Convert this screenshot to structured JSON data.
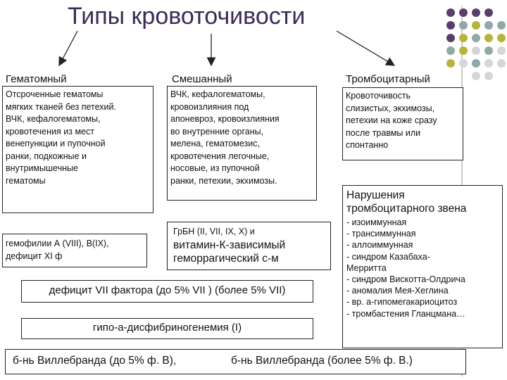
{
  "title": "Типы  кровоточивости",
  "columns": {
    "hematoma": {
      "heading": "Гематомный",
      "body": [
        "Отсроченные гематомы",
        "мягких тканей без петехий.",
        "ВЧК, кефалогематомы,",
        "кровотечения из мест",
        "венепункции и пупочной",
        "ранки, подкожные и",
        "внутримышечные",
        "гематомы"
      ]
    },
    "mixed": {
      "heading": "Смешанный",
      "body": [
        "ВЧК, кефалогематомы,",
        "кровоизлияния под",
        "апоневроз, кровоизлияния",
        "во внутренние органы,",
        "мелена, гематомезис,",
        "кровотечения легочные,",
        "носовые,  из пупочной",
        "ранки, петехии, экхимозы."
      ]
    },
    "platelet": {
      "heading": "Тромбоцитарный",
      "body": [
        "Кровоточивость",
        "слизистых, экхимозы,",
        "петехии на коже сразу",
        "после травмы или",
        "спонтанно"
      ]
    }
  },
  "hemophilia_box": [
    "гемофилии А (VIII), В(IX),",
    "дефицит XI ф"
  ],
  "vitk_box": {
    "line1": "ГрБН (II, VII, IX, X) и",
    "line2": "витамин-К-зависимый",
    "line3": "геморрагический с-м"
  },
  "factor7_box": "дефицит VII фактора (до 5% VII ) (более 5% VII)",
  "fibrinogen_box": "гипо-а-дисфибриногенемия (I)",
  "willebrand": {
    "left": "б-нь Виллебранда (до 5% ф. В),",
    "right": "б-нь Виллебранда (более 5% ф. В.)"
  },
  "platelet_disorders": {
    "heading_line1": "Нарушения",
    "heading_line2": "тромбоцитарного звена",
    "items": [
      "- изоиммунная",
      "- трансиммунная",
      "- аллоиммунная",
      "- синдром Казабаха-",
      "Мерритта",
      "- синдром Вискотта-Олдрича",
      "- аномалия Мея-Хеглина",
      "- вр. а-гипомегакариоцитоз",
      "- тромбастения Гланцмана…"
    ]
  },
  "colors": {
    "purple": "#5a3d6e",
    "olive": "#b7b43a",
    "teal": "#8fa9a8",
    "light": "#d6d6d6",
    "title": "#3b2a55"
  }
}
